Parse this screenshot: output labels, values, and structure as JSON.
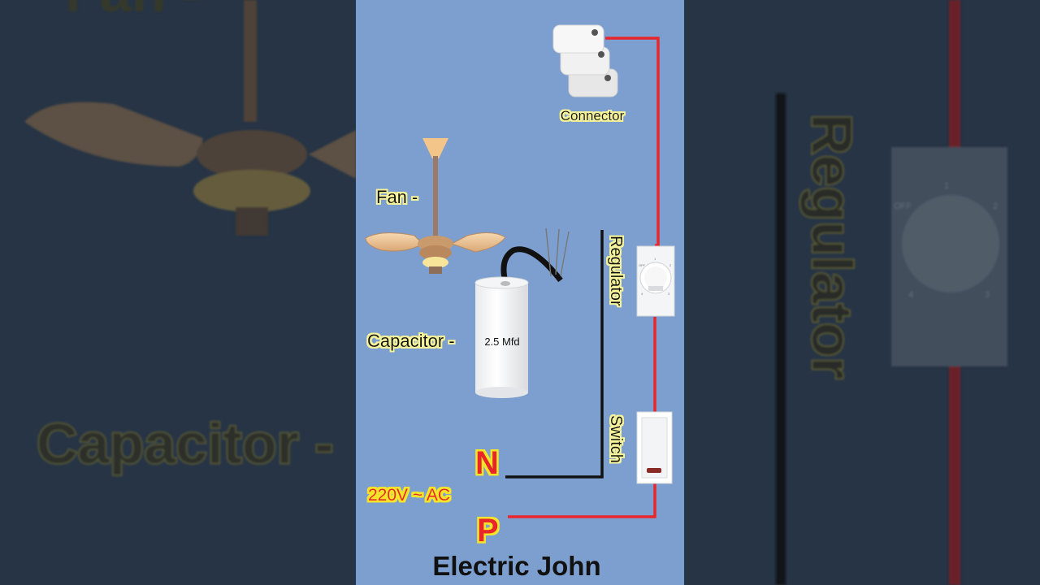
{
  "labels": {
    "connector": "Connector",
    "fan": "Fan -",
    "capacitor": "Capacitor -",
    "capacitor_value": "2.5 Mfd",
    "regulator": "Regulator",
    "switch": "Switch",
    "neutral": "N",
    "phase": "P",
    "supply": "220V ~ AC",
    "credit": "Electric John"
  },
  "background": {
    "fan": "Fan -",
    "capacitor": "Capacitor -",
    "regulator": "Regulator",
    "dial_marks": [
      "OFF",
      "1",
      "2",
      "3",
      "4"
    ]
  },
  "regulator_dial_marks": [
    "OFF",
    "1",
    "2",
    "3",
    "4"
  ],
  "colors": {
    "panel": "#7d9fcf",
    "page_bg": "#263445",
    "phase_wire": "#e8262b",
    "neutral_wire": "#111111",
    "label_text": "#111111",
    "label_glow": "#f4f29a",
    "np_text": "#e8262b",
    "np_glow": "#f4e42c"
  }
}
